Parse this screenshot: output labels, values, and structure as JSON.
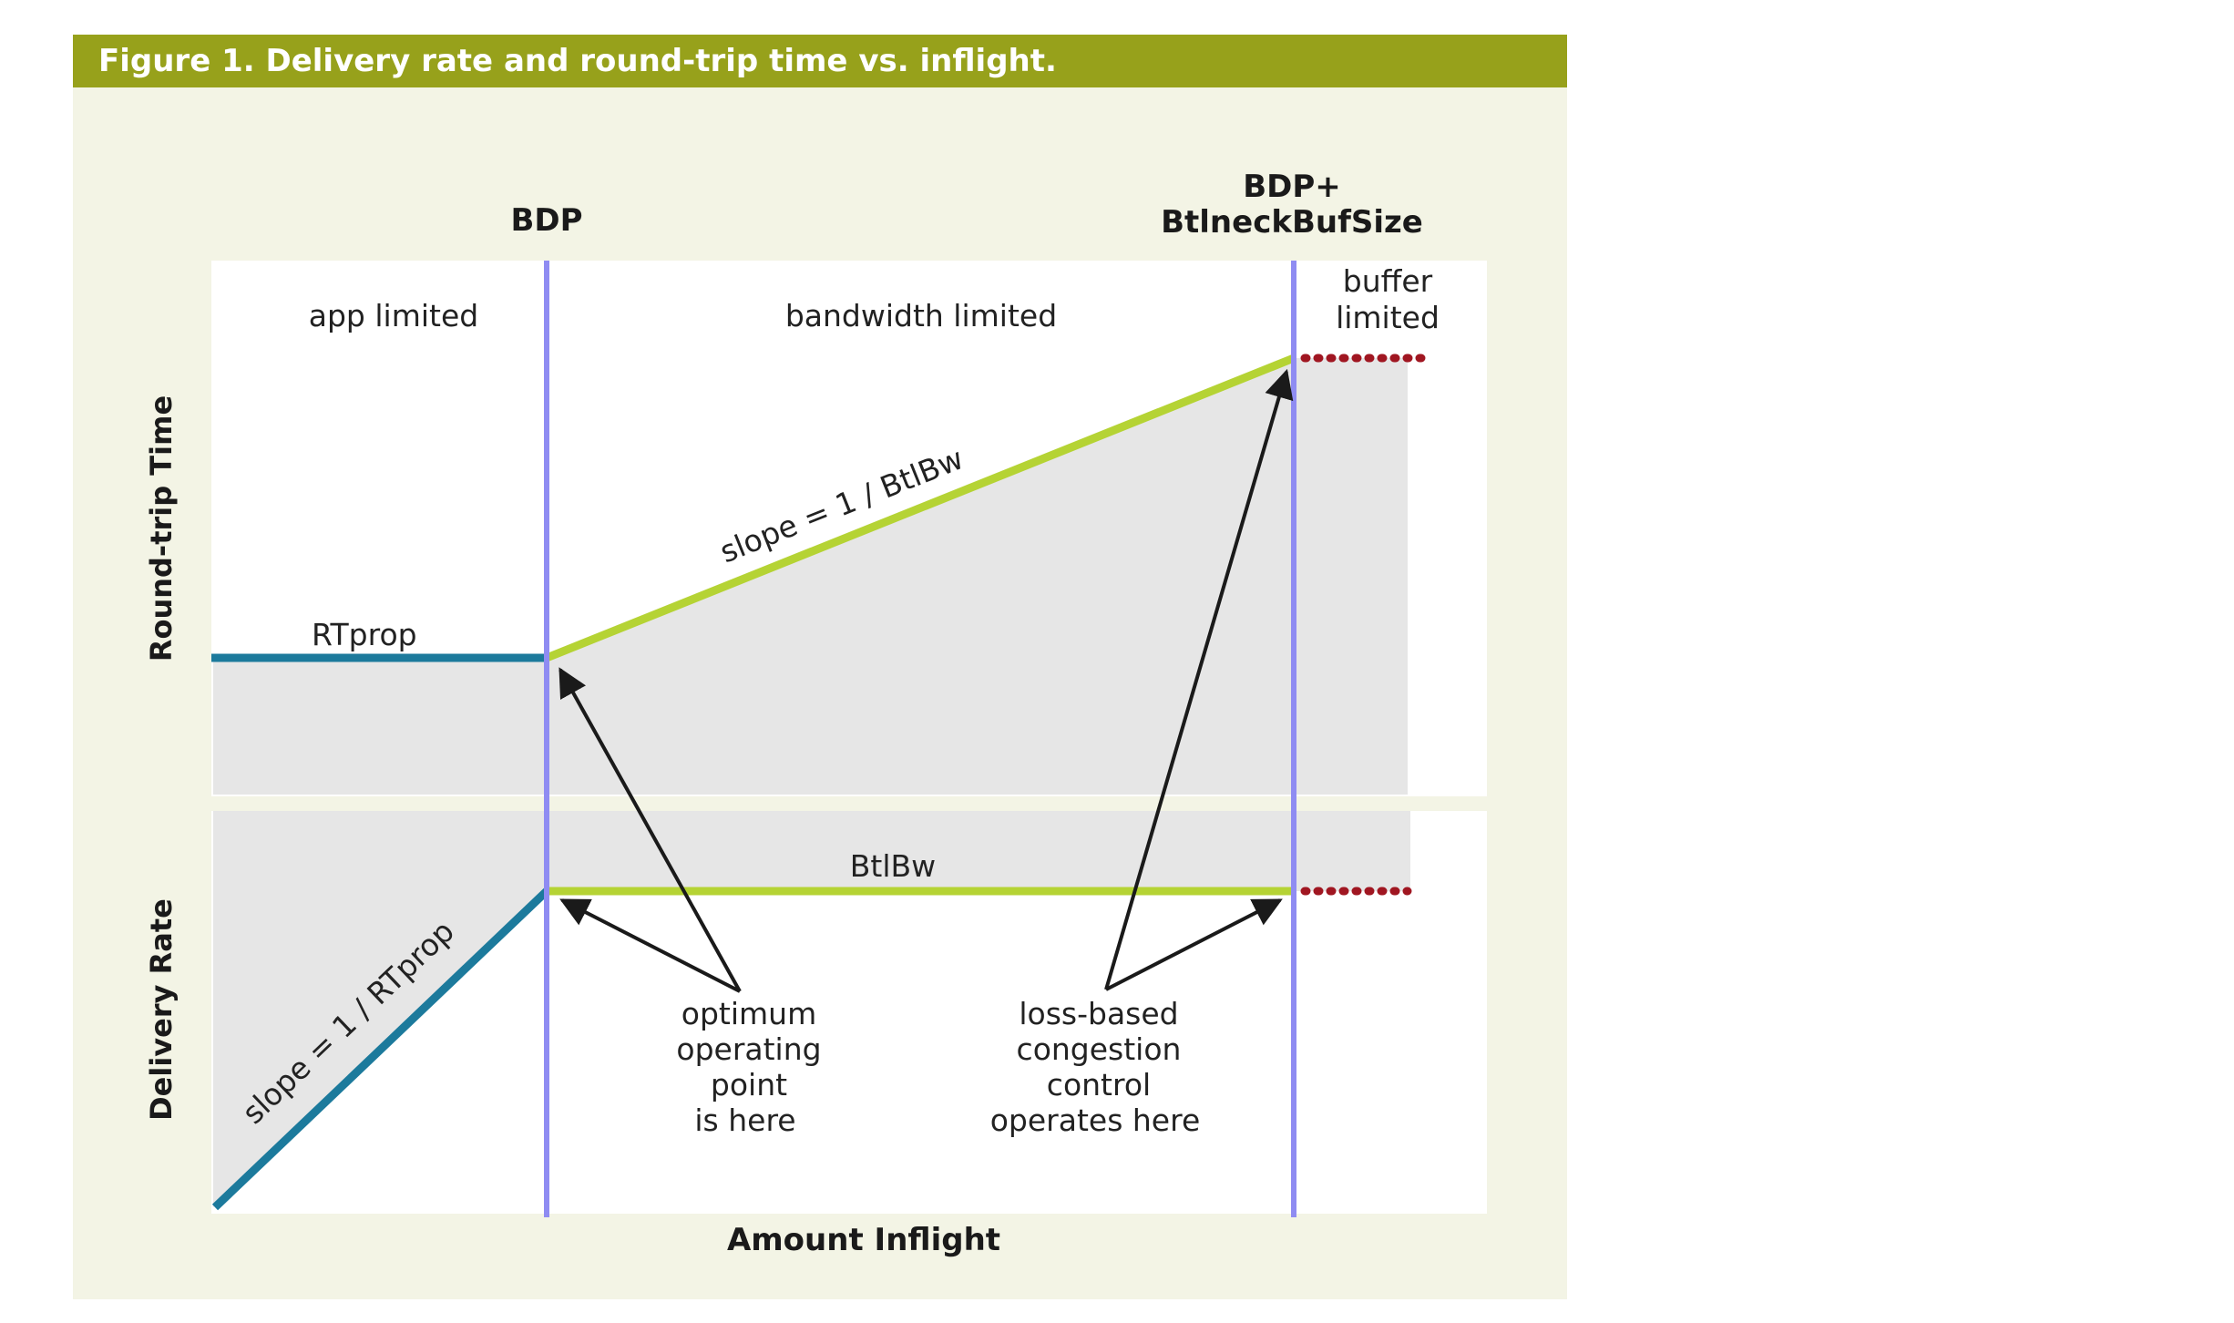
{
  "figure": {
    "title": "Figure 1. Delivery rate and round-trip time vs. inflight."
  },
  "axes": {
    "x_label": "Amount Inflight",
    "y_label_top": "Round-trip Time",
    "y_label_bottom": "Delivery Rate"
  },
  "markers": {
    "bdp": "BDP",
    "bdp_plus_line1": "BDP+",
    "bdp_plus_line2": "BtlneckBufSize"
  },
  "regions": {
    "app_limited": "app limited",
    "bandwidth_limited": "bandwidth limited",
    "buffer_limited_line1": "buffer",
    "buffer_limited_line2": "limited"
  },
  "curves": {
    "rtprop": "RTprop",
    "btlbw": "BtlBw",
    "rtt_slope": "slope = 1 / BtlBw",
    "rate_slope": "slope = 1 / RTprop"
  },
  "annotations": {
    "optimum": [
      "optimum",
      "operating",
      "point",
      "is here"
    ],
    "loss_based": [
      "loss-based",
      "congestion",
      "control",
      "operates here"
    ]
  },
  "colors": {
    "header_bar": "#97a11b",
    "panel_bg": "#f3f4e5",
    "plot_bg": "#ffffff",
    "shade": "#e6e6e6",
    "teal_line": "#1c7a9c",
    "green_line": "#b5d334",
    "marker_line": "#8f8cf2",
    "loss_dots": "#a01621",
    "arrow": "#1a1a1a"
  }
}
